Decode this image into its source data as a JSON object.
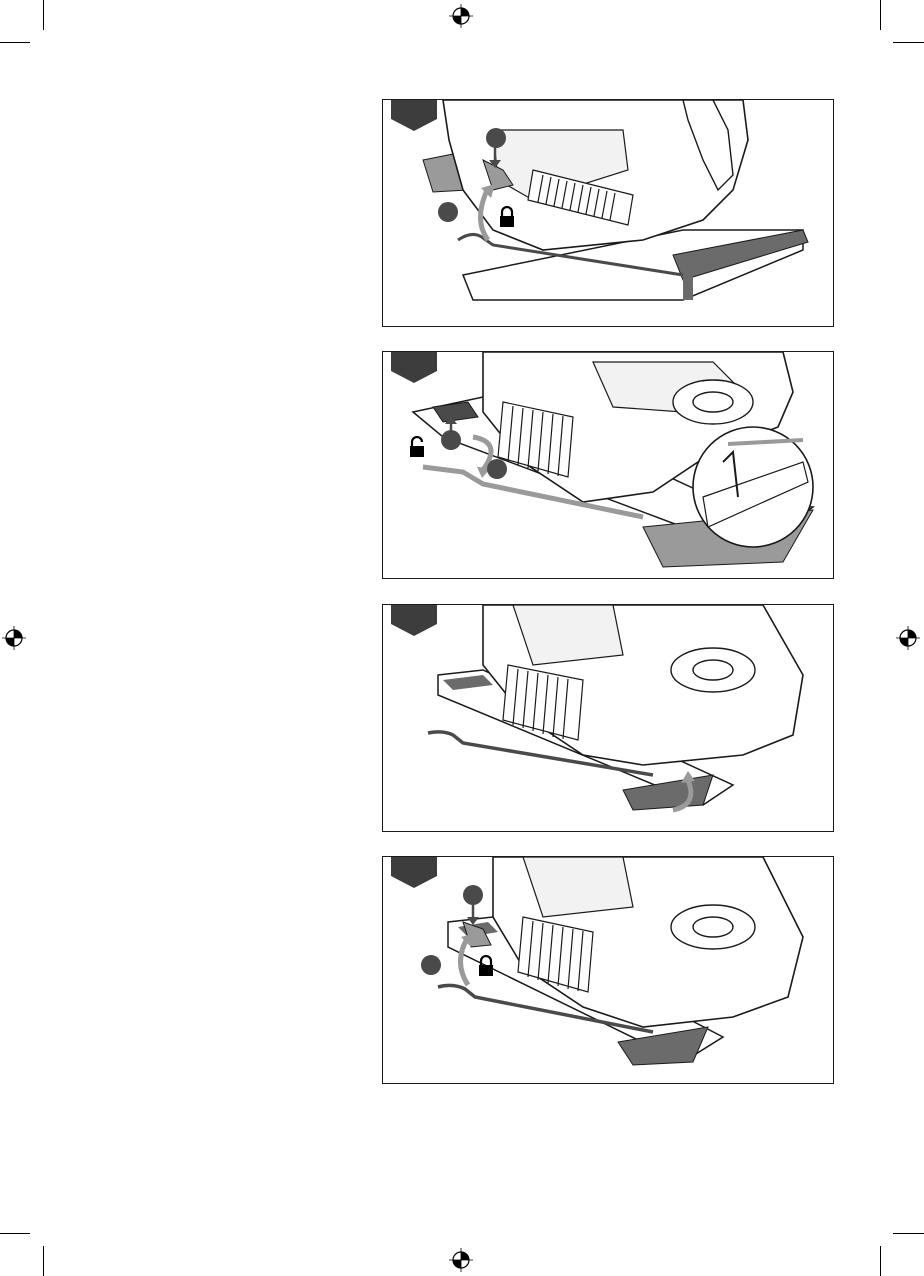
{
  "document": {
    "figures": [
      {
        "id": "fig-1",
        "lock_state": "locked"
      },
      {
        "id": "fig-2",
        "lock_state": "unlocked"
      },
      {
        "id": "fig-3",
        "lock_state": "none"
      },
      {
        "id": "fig-4",
        "lock_state": "locked"
      }
    ],
    "colors": {
      "tab": "#3d3d3d",
      "outline": "#1a1a1a",
      "sandpaper": "#6b6b6b",
      "arrow": "#9a9a9a",
      "step_circle": "#4a4a4a"
    },
    "icons": [
      "registration-mark-icon",
      "lock-closed-icon",
      "lock-open-icon",
      "arrow-icon"
    ]
  }
}
